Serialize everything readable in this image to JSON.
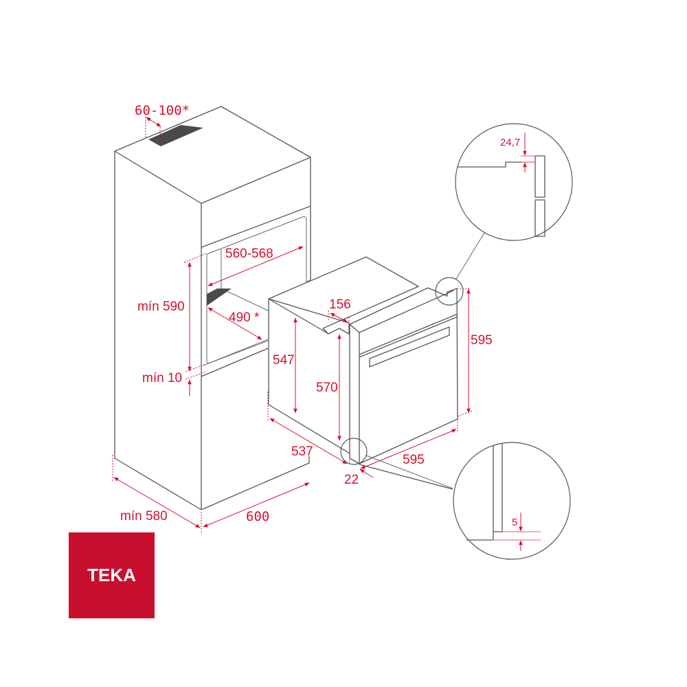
{
  "brand": {
    "name": "TEKA",
    "color": "#c8102e",
    "text_color": "#ffffff"
  },
  "colors": {
    "dimension": "#d5102f",
    "outline": "#555555",
    "vent": "#4a4a4a"
  },
  "cabinet": {
    "dimensions": {
      "vent_depth": "60-100*",
      "opening_width": "560-568",
      "opening_height": "mín 590",
      "bottom_gap": "mín 10",
      "vent_slot": "490 *",
      "depth": "mín 580",
      "width": "600"
    }
  },
  "oven": {
    "dimensions": {
      "front_offset": "156",
      "body_height": "547",
      "rear_height": "570",
      "front_height": "595",
      "body_depth": "537",
      "front_width": "595",
      "front_thickness": "22"
    }
  },
  "details": {
    "top_detail": {
      "value": "24,7"
    },
    "bottom_detail": {
      "value": "5"
    }
  }
}
